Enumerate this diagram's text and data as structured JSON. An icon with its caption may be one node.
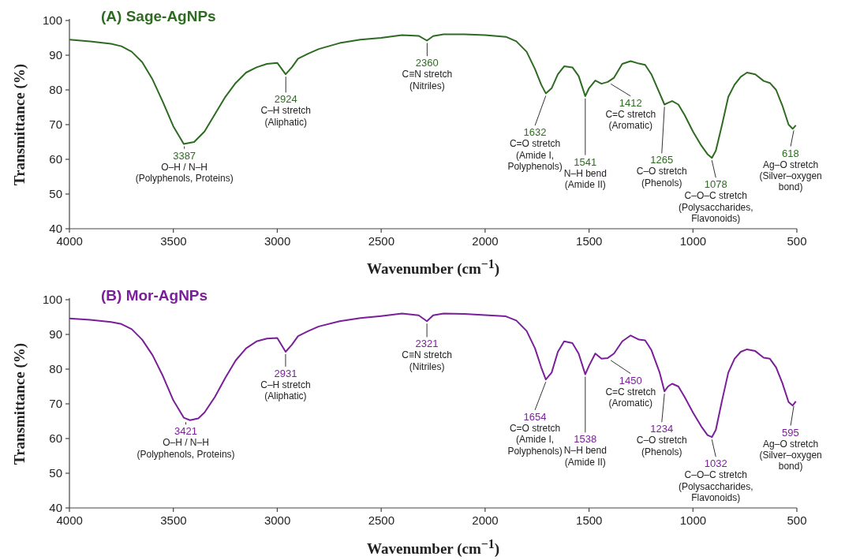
{
  "diagram": {
    "chart_data": [
      {
        "type": "line",
        "title": "(A) Sage-AgNPs",
        "xlabel": "Wavenumber (cm$^{−1}$)",
        "ylabel": "Transmittance (%)",
        "xlim": [
          4000,
          500
        ],
        "ylim": [
          40,
          100
        ],
        "xticks": [
          4000,
          3500,
          3000,
          2500,
          2000,
          1500,
          1000,
          500
        ],
        "yticks": [
          40,
          50,
          60,
          70,
          80,
          90,
          100
        ],
        "x": [
          4000,
          3900,
          3800,
          3750,
          3700,
          3650,
          3600,
          3550,
          3500,
          3450,
          3400,
          3350,
          3300,
          3250,
          3200,
          3150,
          3100,
          3050,
          3000,
          2960,
          2930,
          2900,
          2850,
          2800,
          2700,
          2600,
          2500,
          2400,
          2320,
          2280,
          2250,
          2200,
          2100,
          2000,
          1900,
          1850,
          1800,
          1760,
          1730,
          1708,
          1680,
          1650,
          1620,
          1580,
          1550,
          1518,
          1500,
          1470,
          1440,
          1410,
          1380,
          1340,
          1300,
          1260,
          1230,
          1200,
          1160,
          1137,
          1120,
          1100,
          1070,
          1040,
          1000,
          960,
          930,
          909,
          890,
          860,
          830,
          800,
          770,
          740,
          700,
          660,
          630,
          600,
          570,
          540,
          520,
          505
        ],
        "series": [
          {
            "color": "#2e6b22",
            "values": [
              94.5,
              94,
              93.3,
              92.6,
              91,
              88,
              83,
              76.5,
              69.5,
              64.4,
              65,
              68,
              73,
              78,
              82,
              85,
              86.5,
              87.5,
              87.8,
              84.5,
              86.5,
              89,
              90.5,
              91.8,
              93.5,
              94.5,
              95,
              95.8,
              95.6,
              94.2,
              95.5,
              96,
              96,
              95.8,
              95.3,
              94,
              91,
              86,
              81.5,
              79,
              80.5,
              84.5,
              86.8,
              86.5,
              84,
              78.2,
              80.5,
              82.7,
              81.8,
              82.3,
              83.5,
              87.5,
              88.3,
              87.6,
              87.2,
              84.5,
              79,
              75.8,
              76.3,
              76.8,
              75.8,
              72.8,
              68,
              64,
              61.5,
              60.4,
              62.5,
              70,
              78,
              81.5,
              83.8,
              85,
              84.5,
              82.6,
              82,
              80,
              75.5,
              70,
              68.8,
              69.8
            ]
          }
        ],
        "annotations": [
          {
            "text": "3387",
            "x": 3447,
            "y": 64.4
          },
          "O–H / N–H (Polyphenols, Proteins)",
          {
            "text": "2924",
            "x": 2959,
            "y": 84.5
          },
          "C–H stretch (Aliphatic)",
          {
            "text": "2360",
            "x": 2279,
            "y": 94.2
          },
          "C≡N stretch (Nitriles)",
          {
            "text": "1632",
            "x": 1708,
            "y": 79
          },
          "C=O stretch (Amide I, Polyphenols)",
          {
            "text": "1541",
            "x": 1518,
            "y": 78.2
          },
          "N–H bend (Amide II)",
          {
            "text": "1412",
            "x": 1395,
            "y": 82.4
          },
          "C=C stretch (Aromatic)",
          {
            "text": "1265",
            "x": 1137,
            "y": 75.8
          },
          "C–O stretch (Phenols)",
          {
            "text": "1078",
            "x": 909,
            "y": 60.4
          },
          "C–O–C stretch (Polysaccharides, Flavonoids)",
          {
            "text": "618",
            "x": 515,
            "y": 69
          },
          "Ag–O stretch (Silver–oxygen bond)"
        ]
      },
      {
        "type": "line",
        "title": "(B) Mor-AgNPs",
        "xlabel": "Wavenumber (cm$^{−1}$)",
        "ylabel": "Transmittance (%)",
        "xlim": [
          4000,
          500
        ],
        "ylim": [
          40,
          100
        ],
        "xticks": [
          4000,
          3500,
          3000,
          2500,
          2000,
          1500,
          1000,
          500
        ],
        "yticks": [
          40,
          50,
          60,
          70,
          80,
          90,
          100
        ],
        "x": [
          4000,
          3900,
          3800,
          3750,
          3700,
          3650,
          3600,
          3550,
          3500,
          3450,
          3420,
          3380,
          3350,
          3300,
          3250,
          3200,
          3150,
          3100,
          3050,
          3000,
          2960,
          2930,
          2900,
          2850,
          2800,
          2700,
          2600,
          2500,
          2400,
          2320,
          2280,
          2250,
          2200,
          2100,
          2000,
          1900,
          1850,
          1800,
          1760,
          1730,
          1708,
          1680,
          1650,
          1620,
          1580,
          1550,
          1518,
          1500,
          1470,
          1440,
          1410,
          1380,
          1340,
          1300,
          1260,
          1230,
          1200,
          1160,
          1137,
          1120,
          1100,
          1070,
          1040,
          1000,
          960,
          930,
          909,
          890,
          860,
          830,
          800,
          770,
          740,
          700,
          660,
          630,
          600,
          570,
          540,
          520,
          505
        ],
        "series": [
          {
            "color": "#7a1f9a",
            "values": [
              94.6,
              94.2,
              93.6,
              93,
              91.5,
              88.5,
              84,
              78,
              71,
              66,
              65.3,
              65.8,
              67.5,
              72,
              77.5,
              82.5,
              86,
              88,
              88.8,
              89,
              85,
              87,
              89.5,
              91,
              92.3,
              93.8,
              94.7,
              95.3,
              96,
              95.5,
              93.8,
              95.5,
              96,
              95.9,
              95.6,
              95.2,
              94,
              91,
              86,
              80.5,
              77,
              79,
              85,
              88,
              87.5,
              84.5,
              78.5,
              81,
              84.5,
              83,
              83.2,
              84.5,
              88,
              89.7,
              88.5,
              88.3,
              85.5,
              79,
              73.6,
              75,
              75.8,
              75,
              72,
              67.5,
              63.5,
              61,
              60.4,
              62.5,
              71,
              79,
              83,
              85,
              85.7,
              85.2,
              83.3,
              83,
              80.5,
              76,
              70.5,
              69.5,
              70.7
            ]
          }
        ],
        "annotations": [
          {
            "text": "3421",
            "x": 3440,
            "y": 65.4
          },
          "O–H / N–H (Polyphenols, Proteins)",
          {
            "text": "2931",
            "x": 2960,
            "y": 85
          },
          "C–H stretch (Aliphatic)",
          {
            "text": "2321",
            "x": 2280,
            "y": 93.8
          },
          "C≡N stretch (Nitriles)",
          {
            "text": "1654",
            "x": 1708,
            "y": 77
          },
          "C=O stretch (Amide I, Polyphenols)",
          {
            "text": "1538",
            "x": 1518,
            "y": 78.5
          },
          "N–H bend (Amide II)",
          {
            "text": "1450",
            "x": 1395,
            "y": 83.2
          },
          "C=C stretch (Aromatic)",
          {
            "text": "1234",
            "x": 1137,
            "y": 73.6
          },
          "C–O stretch (Phenols)",
          {
            "text": "1032",
            "x": 909,
            "y": 60.4
          },
          "C–O–C stretch (Polysaccharides, Flavonoids)",
          {
            "text": "595",
            "x": 515,
            "y": 70
          },
          "Ag–O stretch (Silver–oxygen bond)"
        ]
      }
    ]
  }
}
